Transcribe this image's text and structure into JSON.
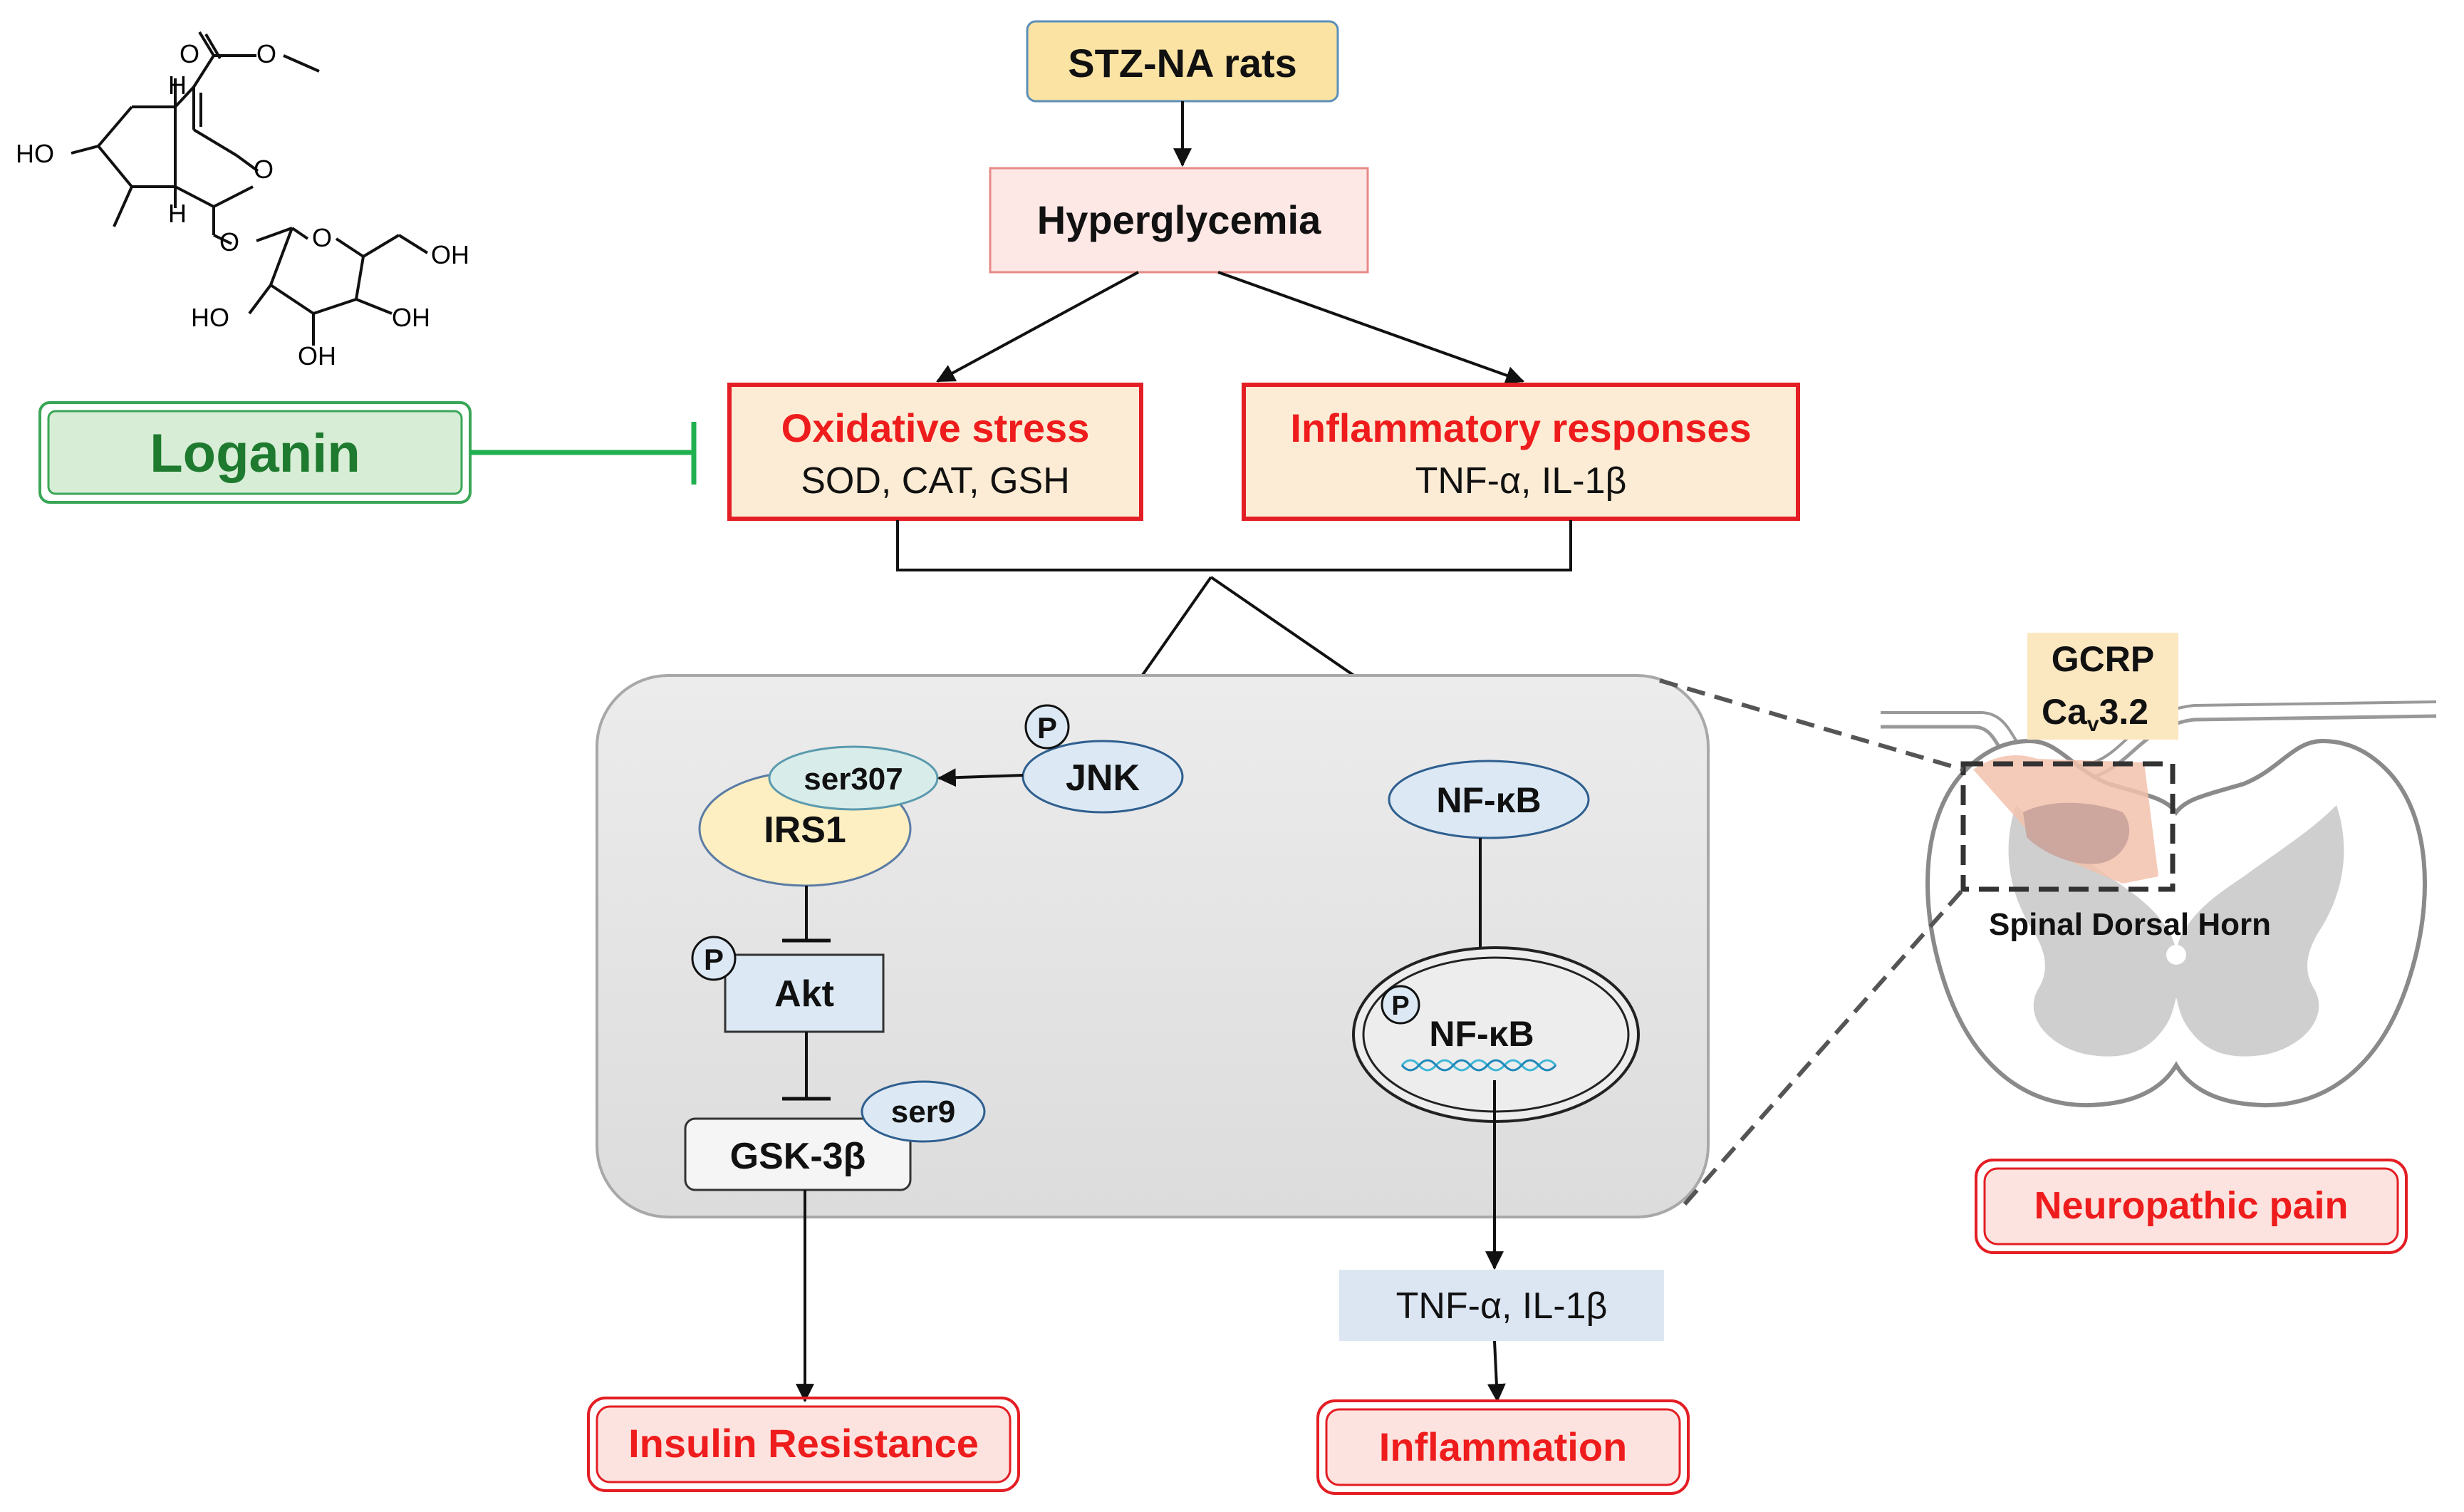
{
  "molecule": {
    "labels": [
      "O",
      "O",
      "H",
      "HO",
      "H",
      "O",
      "O",
      "O",
      "OH",
      "HO",
      "OH",
      "OH"
    ]
  },
  "nodes": {
    "stz": "STZ-NA rats",
    "hyperglycemia": "Hyperglycemia",
    "loganin": "Loganin",
    "oxidative_title": "Oxidative stress",
    "oxidative_sub": "SOD, CAT, GSH",
    "inflammatory_title": "Inflammatory responses",
    "inflammatory_sub": "TNF-α, IL-1β",
    "jnk": "JNK",
    "ser307": "ser307",
    "irs1": "IRS1",
    "akt": "Akt",
    "gsk3b": "GSK-3β",
    "ser9": "ser9",
    "nfkb": "NF-κB",
    "nfkb_nucleus": "NF-κB",
    "phospho": "P",
    "cytokines": "TNF-α, IL-1β",
    "insulin_resistance": "Insulin Resistance",
    "inflammation": "Inflammation",
    "gcrp": "GCRP",
    "cav32_base": "Ca",
    "cav32_sub": "v",
    "cav32_rest": "3.2",
    "spinal_dorsal_horn": "Spinal Dorsal Horn",
    "neuropathic_pain": "Neuropathic pain"
  },
  "colors": {
    "red_text": "#ee1c1c",
    "red_border": "#e31e24",
    "box_fill_peach": "#fdecd5",
    "stz_fill": "#fbe3a3",
    "stz_border": "#5b8fb9",
    "hyper_fill": "#fde8e6",
    "loganin_text": "#1e7a2e",
    "loganin_fill": "#d7edd6",
    "loganin_border": "#3aa657",
    "inhibit_green": "#20b050",
    "cell_fill": "#e6e6e6",
    "blue_fill": "#dce9f5",
    "yellow_fill": "#fdefc1",
    "teal_fill": "#d8ecea",
    "outcome_fill": "#fde3df"
  }
}
